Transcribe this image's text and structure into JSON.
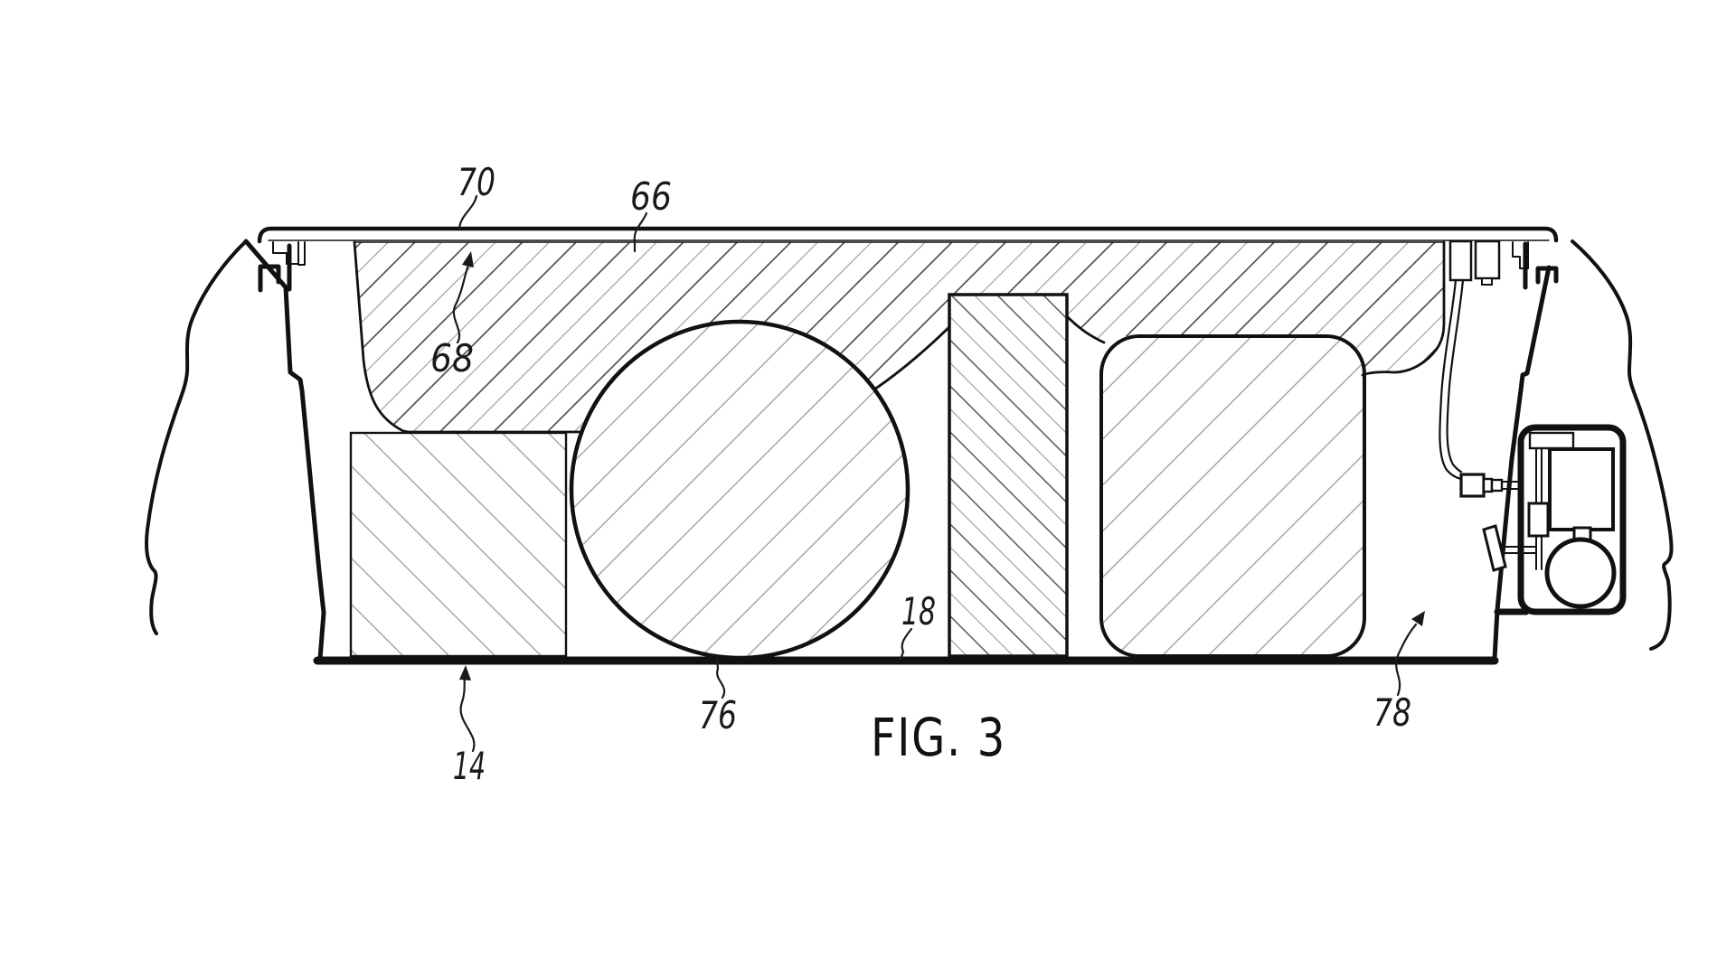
{
  "figure": {
    "caption": "FIG. 3"
  },
  "refs": {
    "r70": "70",
    "r66": "66",
    "r68": "68",
    "r76": "76",
    "r18": "18",
    "r14": "14",
    "r78": "78"
  },
  "colors": {
    "background": "#ffffff",
    "line": "#111111",
    "hatch_light": "#9a9a9a",
    "hatch_dark": "#3a3a3a"
  }
}
